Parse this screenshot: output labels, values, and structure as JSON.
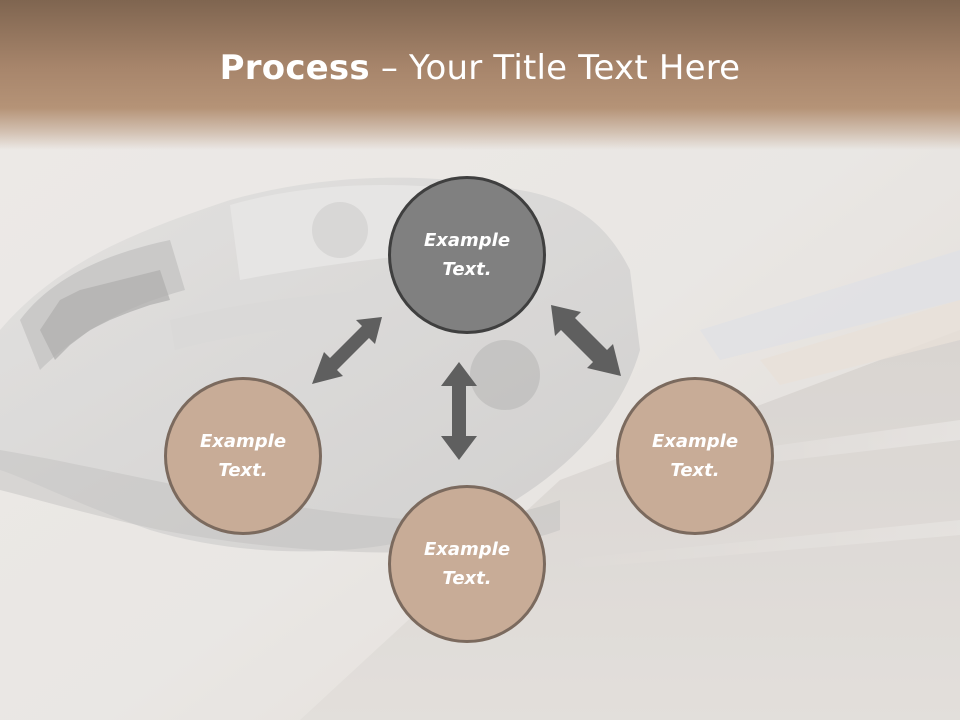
{
  "slide": {
    "title_bold": "Process",
    "title_dash": " – ",
    "title_rest": "Your Title Text Here"
  },
  "nodes": {
    "top": "Example Text.",
    "left": "Example Text.",
    "right": "Example Text.",
    "bottom": "Example Text."
  },
  "colors": {
    "title_band": "#a7856b",
    "node_primary": "#808080",
    "node_secondary": "#c8ac97",
    "arrow": "#5f5f5f"
  }
}
